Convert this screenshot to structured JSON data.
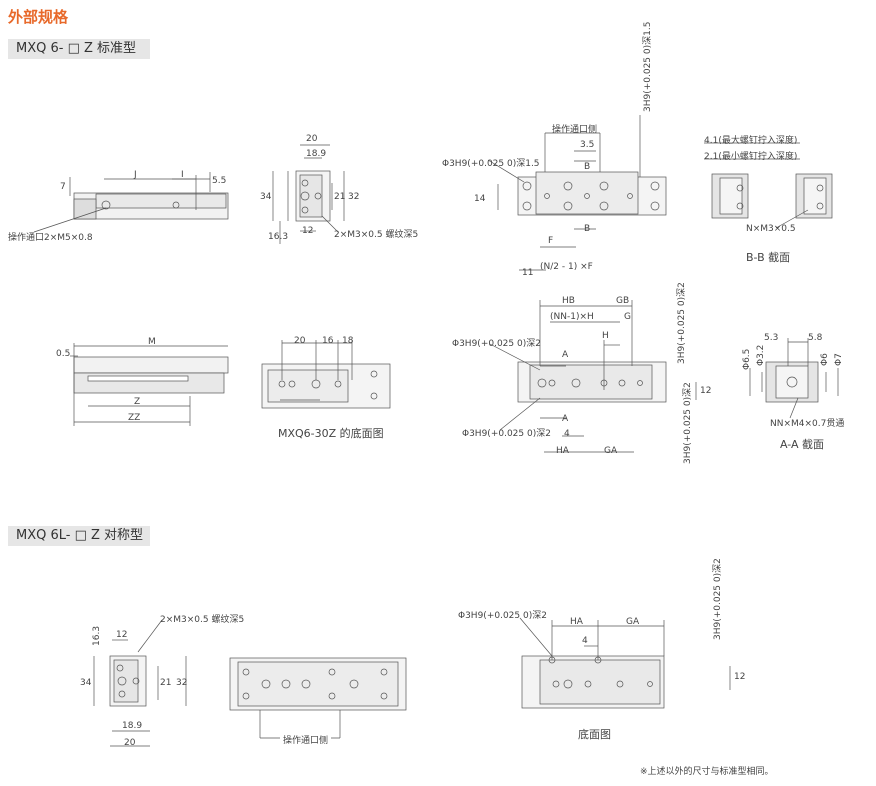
{
  "page": {
    "title": "外部规格",
    "section1": "MXQ 6- □ Z 标准型",
    "section2": "MXQ 6L- □ Z 对称型",
    "footnote": "※上述以外的尺寸与标准型相同。"
  },
  "view1": {
    "dims": [
      "7",
      "J",
      "I",
      "5.5"
    ],
    "port": "操作通口2×M5×0.8"
  },
  "view2": {
    "dims": [
      "20",
      "18.9",
      "34",
      "21",
      "32",
      "16.3",
      "12"
    ],
    "thread": "2×M3×0.5 螺纹深5"
  },
  "view3": {
    "port_side": "操作通口侧",
    "hole": "Φ3H9(+0.025 0)深1.5",
    "dims": [
      "3.5",
      "B",
      "14",
      "F",
      "B",
      "11"
    ],
    "formula": "(N/2 - 1) ×F",
    "side_hole": "3H9(+0.025 0)深1.5"
  },
  "view4": {
    "max_depth": "4.1(最大螺钉拧入深度)",
    "min_depth": "2.1(最小螺钉拧入深度)",
    "thread": "N×M3×0.5",
    "caption": "B-B 截面"
  },
  "view5": {
    "dims": [
      "0.5",
      "M",
      "Z",
      "ZZ"
    ]
  },
  "view6": {
    "dims": [
      "20",
      "16",
      "18"
    ],
    "caption": "MXQ6-30Z 的底面图"
  },
  "view7": {
    "dims": [
      "HB",
      "GB",
      "(NN-1)×H",
      "G",
      "H",
      "A",
      "A",
      "4",
      "HA",
      "GA",
      "12"
    ],
    "hole1": "Φ3H9(+0.025 0)深2",
    "hole2": "Φ3H9(+0.025 0)深2",
    "side1": "3H9(+0.025 0)深2",
    "side2": "3H9(+0.025 0)深2"
  },
  "view8": {
    "dims": [
      "5.3",
      "5.8",
      "Φ6.5",
      "Φ3.2",
      "Φ6",
      "Φ7"
    ],
    "thread": "NN×M4×0.7贯通",
    "caption": "A-A 截面"
  },
  "view9": {
    "dims": [
      "16.3",
      "12",
      "34",
      "21",
      "32",
      "18.9",
      "20"
    ],
    "thread": "2×M3×0.5 螺纹深5"
  },
  "view10": {
    "port_side": "操作通口侧"
  },
  "view11": {
    "hole": "Φ3H9(+0.025 0)深2",
    "dims": [
      "HA",
      "GA",
      "4",
      "12"
    ],
    "side": "3H9(+0.025 0)深2",
    "caption": "底面图"
  }
}
